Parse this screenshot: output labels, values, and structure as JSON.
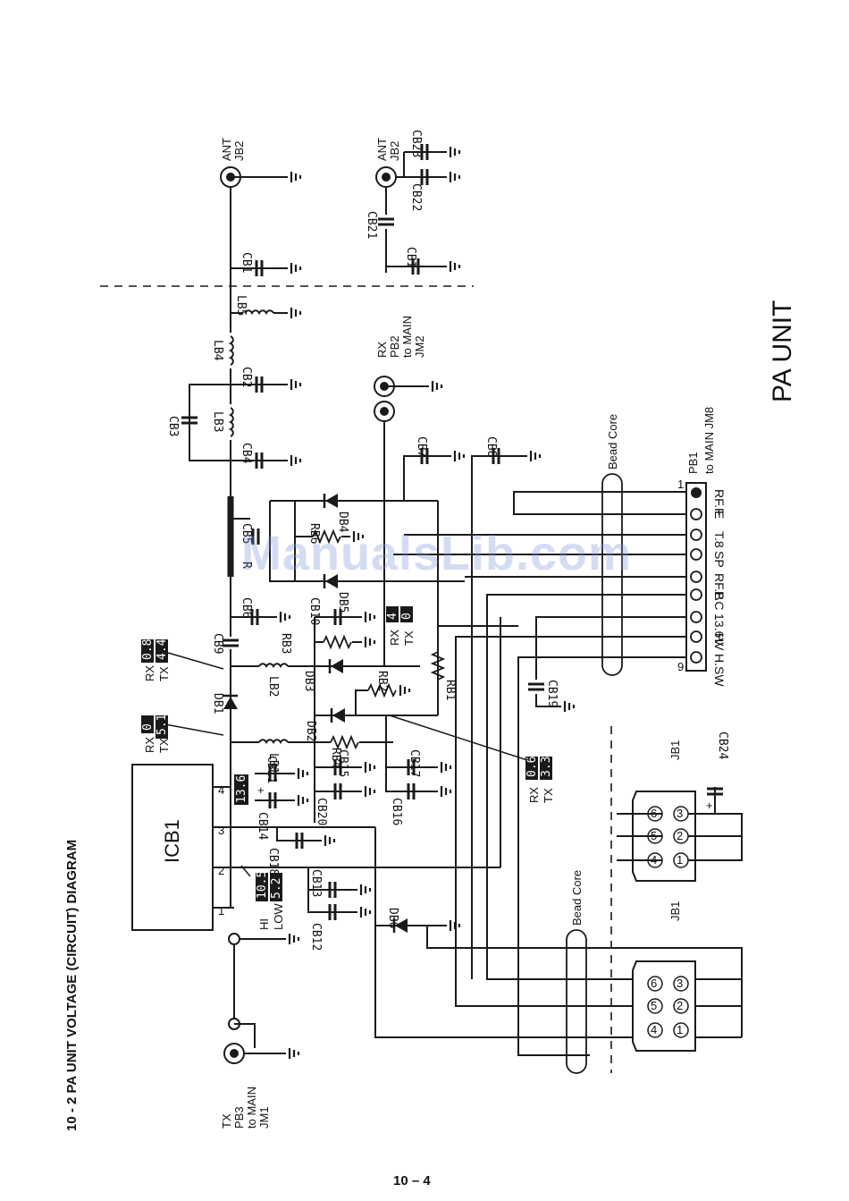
{
  "page": {
    "heading": "10 - 2  PA UNIT VOLTAGE (CIRCUIT) DIAGRAM",
    "unit_title": "PA UNIT",
    "page_number": "10 – 4",
    "watermark": "ManualsLib.com"
  },
  "ports": {
    "tx": [
      "TX",
      "PB3",
      "to MAIN",
      "JM1"
    ],
    "ant_left": [
      "ANT",
      "JB2"
    ],
    "ant_right": [
      "ANT",
      "JB2"
    ],
    "rx": [
      "RX",
      "PB2",
      "to MAIN",
      "JM2"
    ],
    "pb1": [
      "PB1",
      "to MAIN JM8"
    ]
  },
  "ic": {
    "label": "ICB1",
    "pins": [
      "1",
      "2",
      "3",
      "4"
    ]
  },
  "components": {
    "capacitors": [
      "CB1",
      "CB2",
      "CB3",
      "CB4",
      "CB5",
      "CB6",
      "CB7",
      "CB8",
      "CB9",
      "CB10",
      "CB11",
      "CB12",
      "CB13",
      "CB14",
      "CB15",
      "CB16",
      "CB17",
      "CB18",
      "CB19",
      "CB20",
      "CB21",
      "CB22",
      "CB23",
      "CB24",
      "CB1"
    ],
    "inductors": [
      "LB1",
      "LB2",
      "LB3",
      "LB4",
      "LB5"
    ],
    "diodes": [
      "DB1",
      "DB2",
      "DB3",
      "DB4",
      "DB5",
      "DB6"
    ],
    "resistors": [
      "RB1",
      "RB2",
      "RB3",
      "RB4",
      "RB6",
      "R"
    ]
  },
  "voltages": {
    "rx_left": "RX",
    "tx_left": "TX",
    "db1_rx": "0",
    "db1_tx": "5.1",
    "cb9_rx": "0.8",
    "cb9_tx": "4.4",
    "db3_rx": "4",
    "db3_tx": "0",
    "rb4_rx": "0.6",
    "rb4_tx": "3.3",
    "pin4": "13.6",
    "pin2_hi": "10.5",
    "pin2_low": "5.2",
    "hi_label": "HI",
    "low_label": "LOW"
  },
  "connector_pb1": {
    "pins": [
      "RF.F",
      "E",
      "T.8",
      "SP",
      "RF.B",
      "P.C",
      "13.6V",
      "HV",
      "H.SW"
    ],
    "pin_marker_top": "1",
    "pin_marker_bottom": "9"
  },
  "bead_core_labels": [
    "Bead Core",
    "Bead Core"
  ],
  "jb1": {
    "label_upper": "JB1",
    "label_lower": "JB1",
    "pins": [
      "4",
      "5",
      "6",
      "1",
      "2",
      "3"
    ]
  },
  "polarity": [
    "+",
    "+",
    "+"
  ]
}
